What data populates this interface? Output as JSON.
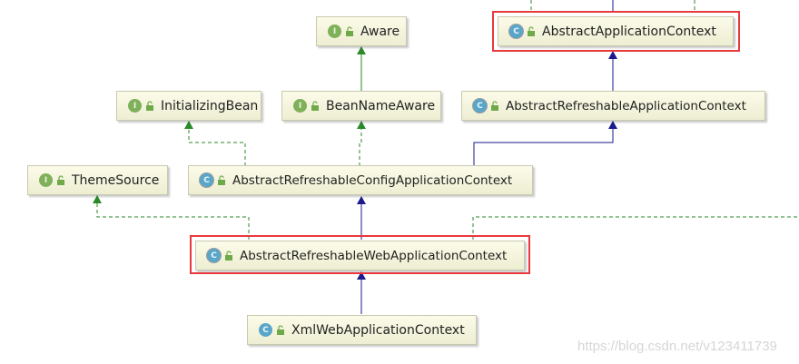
{
  "nodes": [
    {
      "id": "aware",
      "label": "Aware",
      "kind": "interface",
      "badge": "I"
    },
    {
      "id": "abstract_app_ctx",
      "label": "AbstractApplicationContext",
      "kind": "abstract-class",
      "badge": "C",
      "highlighted": true
    },
    {
      "id": "initializing_bean",
      "label": "InitializingBean",
      "kind": "interface",
      "badge": "I"
    },
    {
      "id": "bean_name_aware",
      "label": "BeanNameAware",
      "kind": "interface",
      "badge": "I"
    },
    {
      "id": "abstract_refreshable_app_ctx",
      "label": "AbstractRefreshableApplicationContext",
      "kind": "abstract-class",
      "badge": "C"
    },
    {
      "id": "theme_source",
      "label": "ThemeSource",
      "kind": "interface",
      "badge": "I"
    },
    {
      "id": "abstract_refreshable_config_app_ctx",
      "label": "AbstractRefreshableConfigApplicationContext",
      "kind": "abstract-class",
      "badge": "C"
    },
    {
      "id": "abstract_refreshable_web_app_ctx",
      "label": "AbstractRefreshableWebApplicationContext",
      "kind": "abstract-class",
      "badge": "C",
      "highlighted": true
    },
    {
      "id": "xml_web_app_ctx",
      "label": "XmlWebApplicationContext",
      "kind": "class",
      "badge": "C"
    }
  ],
  "edges": [
    {
      "from": "bean_name_aware",
      "to": "aware",
      "type": "extends-interface"
    },
    {
      "from": "abstract_refreshable_app_ctx",
      "to": "abstract_app_ctx",
      "type": "extends"
    },
    {
      "from": "abstract_refreshable_config_app_ctx",
      "to": "abstract_refreshable_app_ctx",
      "type": "extends"
    },
    {
      "from": "abstract_refreshable_config_app_ctx",
      "to": "initializing_bean",
      "type": "implements"
    },
    {
      "from": "abstract_refreshable_config_app_ctx",
      "to": "bean_name_aware",
      "type": "implements"
    },
    {
      "from": "abstract_refreshable_web_app_ctx",
      "to": "abstract_refreshable_config_app_ctx",
      "type": "extends"
    },
    {
      "from": "abstract_refreshable_web_app_ctx",
      "to": "theme_source",
      "type": "implements"
    },
    {
      "from": "xml_web_app_ctx",
      "to": "abstract_refreshable_web_app_ctx",
      "type": "extends"
    }
  ],
  "colors": {
    "extends": "#1a1a8c",
    "implements": "#2a8a2a",
    "highlight": "#e8393d",
    "interface_badge": "#7fb05a",
    "class_badge": "#5aa6c9"
  },
  "watermark": "https://blog.csdn.net/v123411739"
}
